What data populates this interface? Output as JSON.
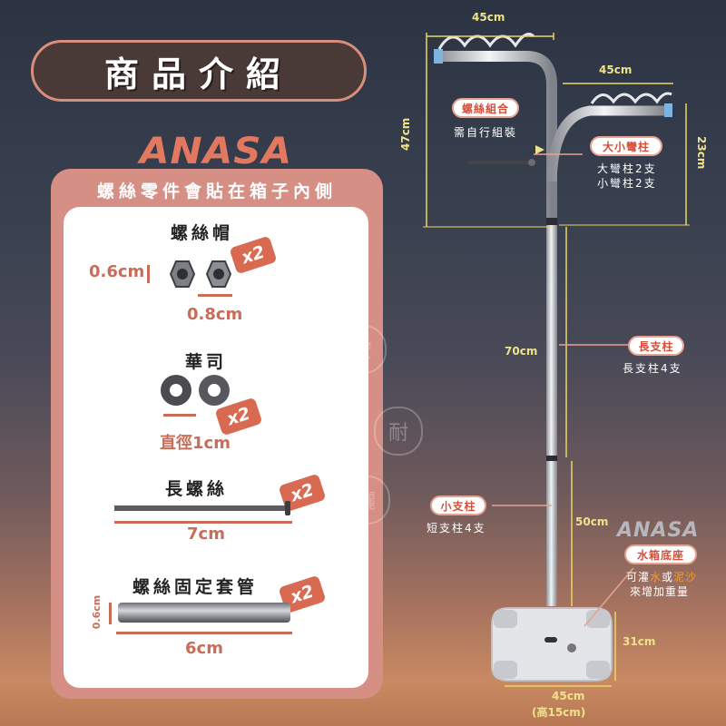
{
  "title": "商品介紹",
  "brand": "ANASA",
  "panel": {
    "header": "螺絲零件會貼在箱子內側",
    "nut": {
      "title": "螺絲帽",
      "size_height": "0.6cm",
      "size_width": "0.8cm",
      "qty": "x2"
    },
    "washer": {
      "title": "華司",
      "diameter": "直徑1cm",
      "qty": "x2"
    },
    "long_screw": {
      "title": "長螺絲",
      "length": "7cm",
      "qty": "x2"
    },
    "sleeve": {
      "title": "螺絲固定套管",
      "diameter": "0.6cm",
      "length": "6cm",
      "qty": "x2"
    }
  },
  "diagram": {
    "dims": {
      "top_width_left": "45cm",
      "top_width_right": "45cm",
      "height_left_arm": "47cm",
      "height_right_arm": "23cm",
      "long_pole": "70cm",
      "short_pole": "50cm",
      "base_height": "31cm",
      "base_width": "45cm",
      "base_depth": "(高15cm)"
    },
    "screw_set": {
      "label": "螺絲組合",
      "note": "需自行組裝"
    },
    "bent_pole": {
      "label": "大小彎柱",
      "line1": "大彎柱2支",
      "line2": "小彎柱2支"
    },
    "long_pole": {
      "label": "長支柱",
      "note": "長支柱4支"
    },
    "short_pole": {
      "label": "小支柱",
      "note": "短支柱4支"
    },
    "base": {
      "label": "水箱底座",
      "line1_a": "可灌",
      "line1_b": "水",
      "line1_c": "或",
      "line1_d": "泥沙",
      "line2": "來增加重量"
    }
  },
  "watermark": [
    "宏",
    "耐",
    "曬"
  ],
  "colors": {
    "accent": "#d86a52",
    "panel": "#d58f84",
    "measure": "#e8d765"
  }
}
